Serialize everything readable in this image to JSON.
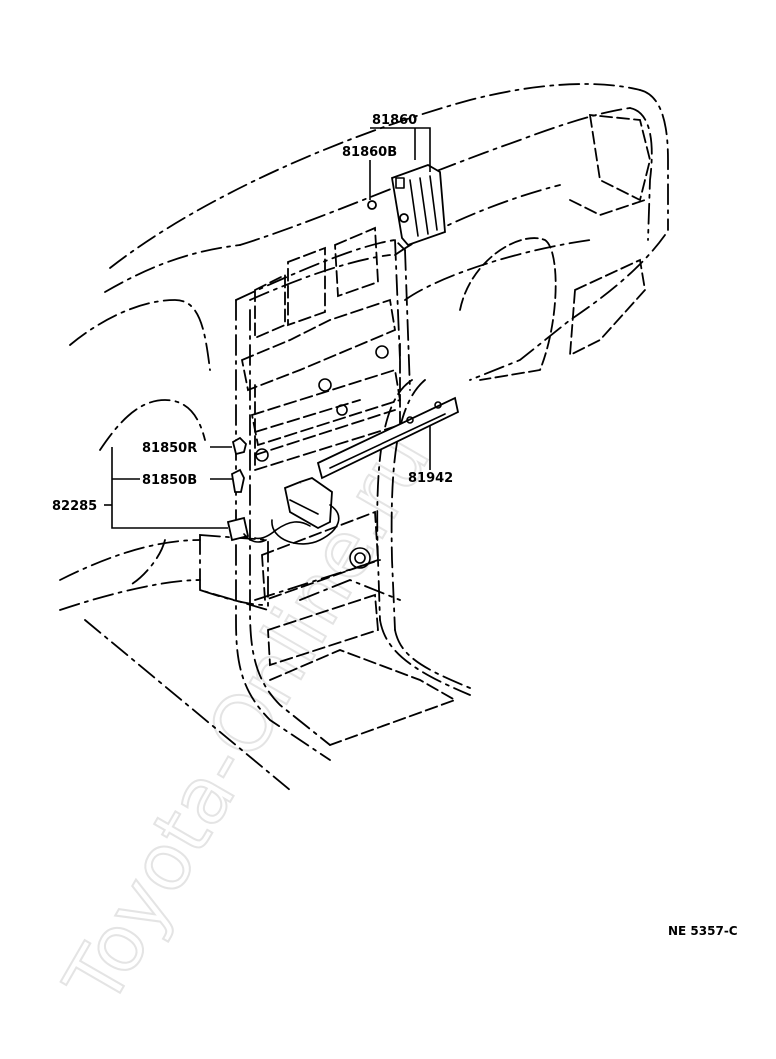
{
  "watermark": "Toyota-Online.ru",
  "diagram_code": "NE 5357-C",
  "parts": {
    "p81860": "81860",
    "p81860b": "81860B",
    "p81850r": "81850R",
    "p81850b": "81850B",
    "p82285": "82285",
    "p81942": "81942"
  }
}
